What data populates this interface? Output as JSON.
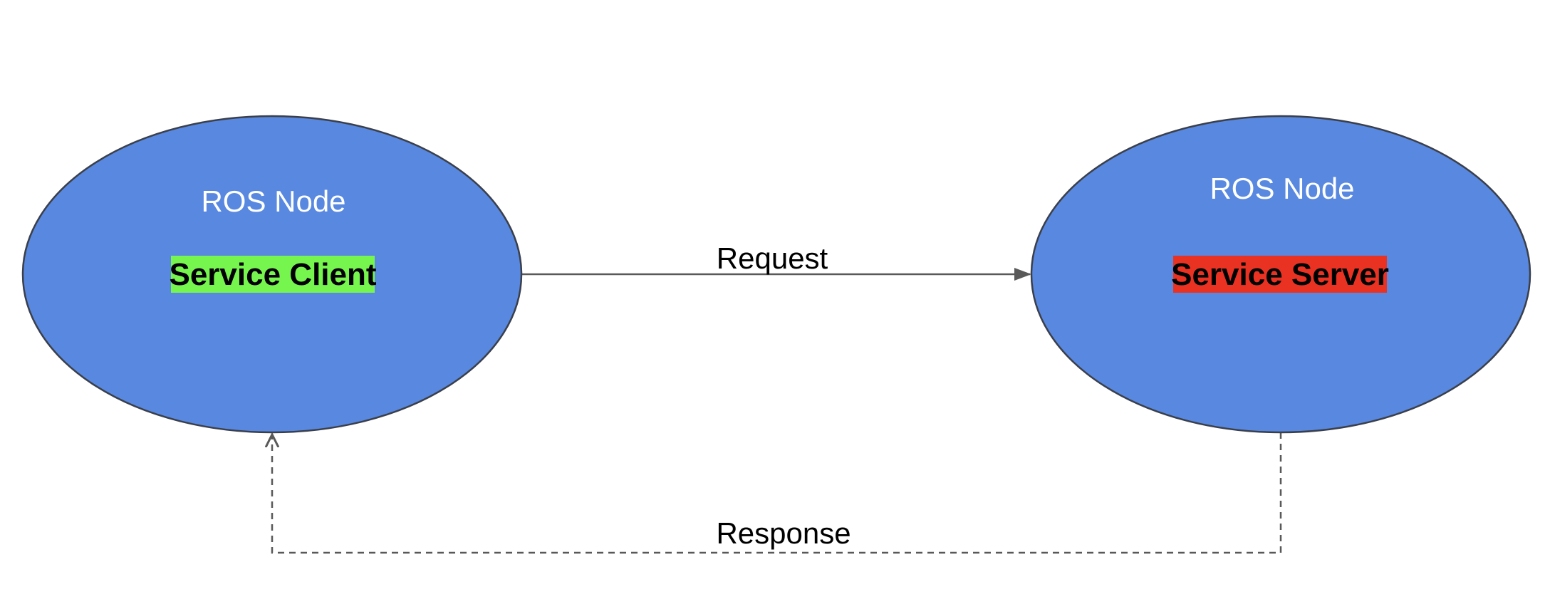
{
  "colors": {
    "node_fill": "#5888e0",
    "node_stroke": "#3a3f4a",
    "client_highlight": "#76f54f",
    "server_highlight": "#ea3223",
    "edge_stroke": "#595959",
    "node_text": "#ffffff",
    "label_text": "#000000"
  },
  "nodes": [
    {
      "id": "client",
      "title": "ROS Node",
      "role": "Service Client"
    },
    {
      "id": "server",
      "title": "ROS Node",
      "role": "Service Server"
    }
  ],
  "edges": [
    {
      "from": "client",
      "to": "server",
      "label": "Request",
      "style": "solid"
    },
    {
      "from": "server",
      "to": "client",
      "label": "Response",
      "style": "dashed"
    }
  ]
}
